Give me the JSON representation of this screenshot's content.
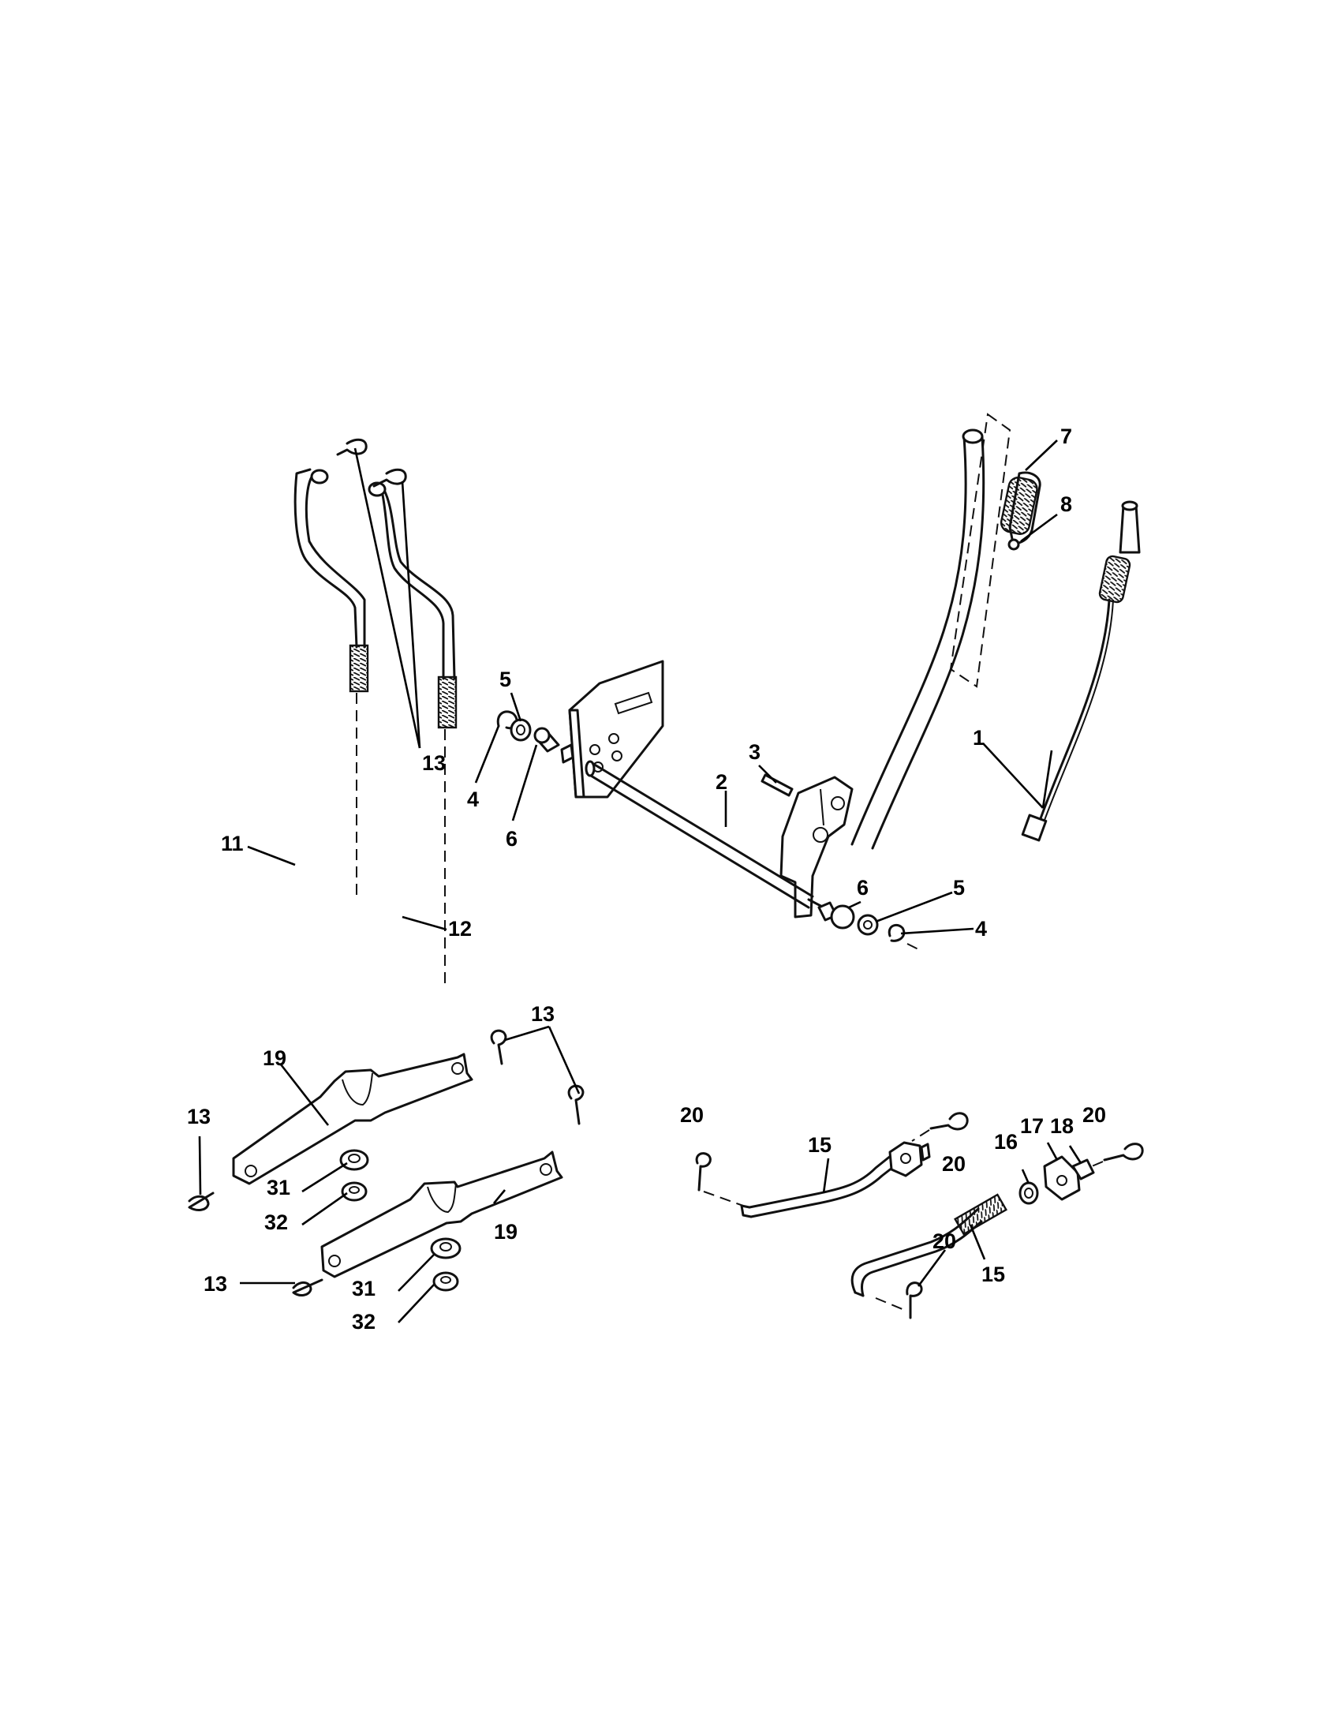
{
  "callouts": [
    {
      "id": "c1",
      "text": "1"
    },
    {
      "id": "c2",
      "text": "2"
    },
    {
      "id": "c3",
      "text": "3"
    },
    {
      "id": "c4a",
      "text": "4"
    },
    {
      "id": "c4b",
      "text": "4"
    },
    {
      "id": "c5a",
      "text": "5"
    },
    {
      "id": "c5b",
      "text": "5"
    },
    {
      "id": "c6a",
      "text": "6"
    },
    {
      "id": "c6b",
      "text": "6"
    },
    {
      "id": "c7",
      "text": "7"
    },
    {
      "id": "c8",
      "text": "8"
    },
    {
      "id": "c11",
      "text": "11"
    },
    {
      "id": "c12",
      "text": "12"
    },
    {
      "id": "c13a",
      "text": "13"
    },
    {
      "id": "c13b",
      "text": "13"
    },
    {
      "id": "c13c",
      "text": "13"
    },
    {
      "id": "c13d",
      "text": "13"
    },
    {
      "id": "c15a",
      "text": "15"
    },
    {
      "id": "c15b",
      "text": "15"
    },
    {
      "id": "c16",
      "text": "16"
    },
    {
      "id": "c17",
      "text": "17"
    },
    {
      "id": "c18",
      "text": "18"
    },
    {
      "id": "c19a",
      "text": "19"
    },
    {
      "id": "c19b",
      "text": "19"
    },
    {
      "id": "c20a",
      "text": "20"
    },
    {
      "id": "c20b",
      "text": "20"
    },
    {
      "id": "c20c",
      "text": "20"
    },
    {
      "id": "c20d",
      "text": "20"
    },
    {
      "id": "c31a",
      "text": "31"
    },
    {
      "id": "c31b",
      "text": "31"
    },
    {
      "id": "c32a",
      "text": "32"
    },
    {
      "id": "c32b",
      "text": "32"
    }
  ]
}
